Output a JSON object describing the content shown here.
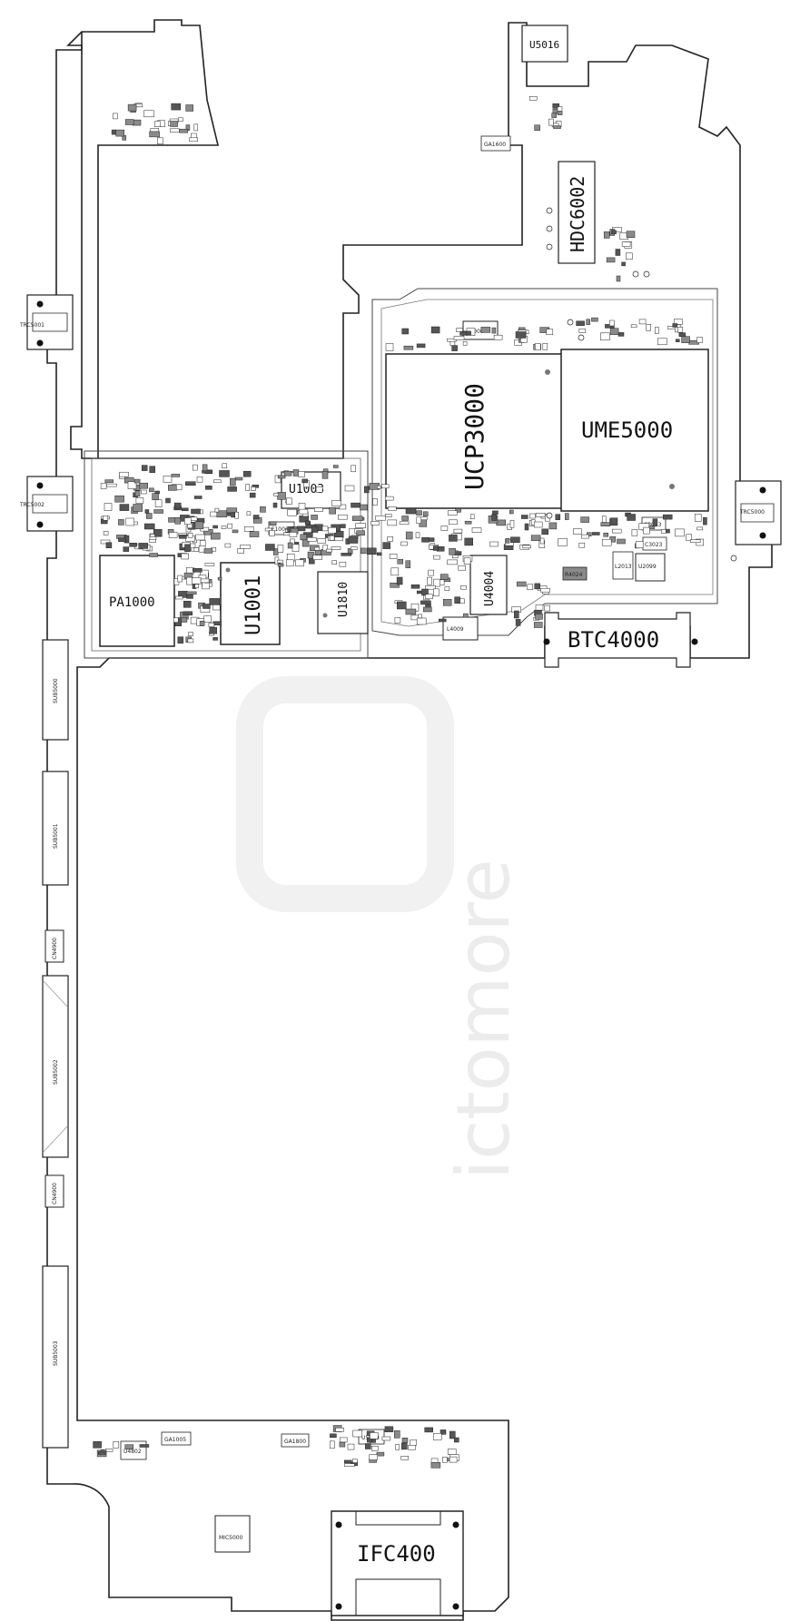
{
  "labels": {
    "u5016": "U5016",
    "hdc6002": "HDC6002",
    "ucp3000": "UCP3000",
    "ume5000": "UME5000",
    "u1003": "U1003",
    "pa1000": "PA1000",
    "u1001": "U1001",
    "u1810": "U1810",
    "u4004": "U4004",
    "btc4000": "BTC4000",
    "ifc400": "IFC400",
    "trc5001": "TRC5001",
    "trc5002": "TRC5002",
    "trc5000": "TRC5000",
    "l3000": "L3000",
    "l4009": "L4009",
    "r4024": "R4024",
    "u2099": "U2099",
    "f1006": "F1006",
    "u5009": "U5009",
    "ga1005": "GA1005",
    "ga1800": "GA1800",
    "mic5000": "MIC5000",
    "u4802": "U4802",
    "ga1600": "GA1600",
    "sub5000": "SUB5000",
    "sub5001": "SUB5001",
    "sub5002": "SUB5002",
    "sub5003": "SUB5003",
    "cn4900a": "CN4900",
    "cn4900b": "CN4900",
    "l2013": "L2013",
    "c3013": "C3013",
    "c3023": "C3023"
  },
  "colors": {
    "outline": "#222222",
    "pad_dark": "#555555",
    "pad_mid": "#8a8a8a",
    "watermark": "#ececec"
  }
}
